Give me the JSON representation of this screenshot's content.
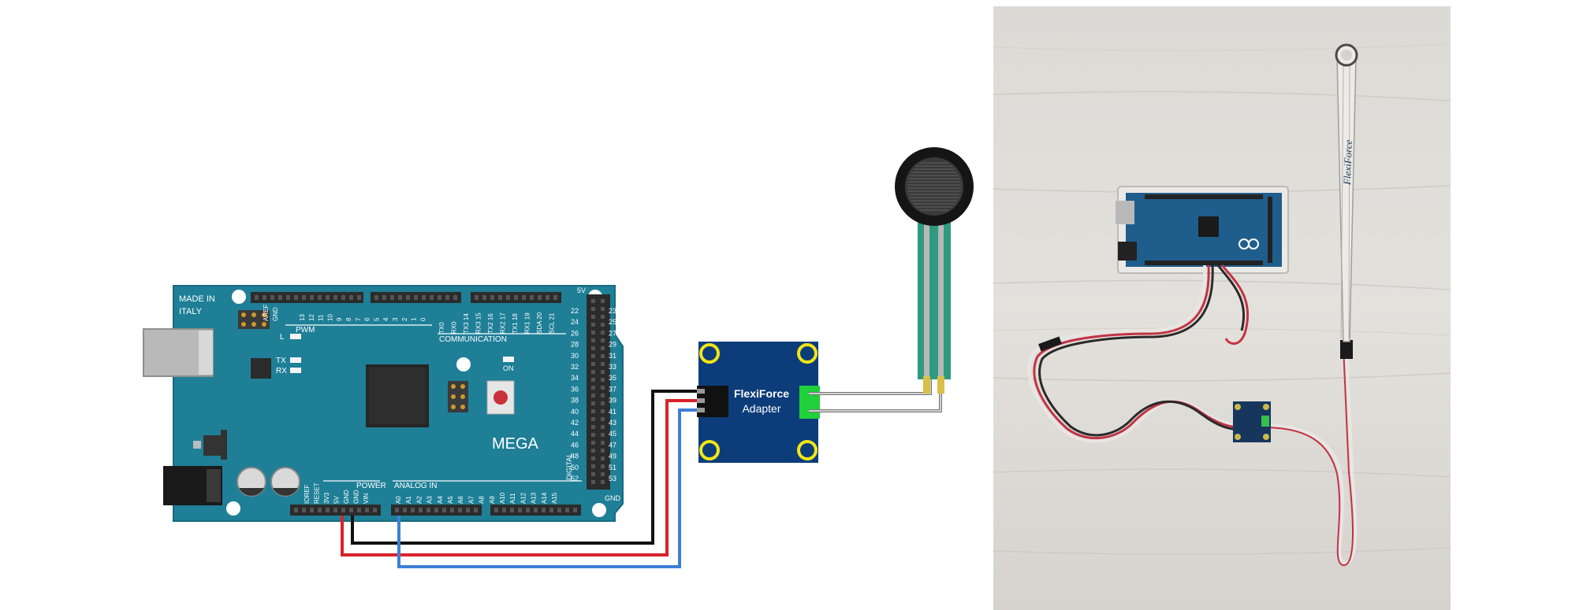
{
  "board": {
    "made_in_line1": "MADE IN",
    "made_in_line2": "ITALY",
    "pwm": "PWM",
    "communication": "COMMUNICATION",
    "l_led": "L",
    "tx": "TX",
    "rx": "RX",
    "on": "ON",
    "model": "MEGA",
    "power": "POWER",
    "analog_in": "ANALOG IN",
    "digital": "DIGITAL",
    "gnd": "GND",
    "five_v": "5V",
    "top_digital_pins": [
      "13",
      "12",
      "11",
      "10",
      "9",
      "8",
      "7",
      "6",
      "5",
      "4",
      "3",
      "2",
      "1",
      "0"
    ],
    "comm_pins": [
      "TX0",
      "RX0",
      "TX3 14",
      "RX3 15",
      "TX2 16",
      "RX2 17",
      "TX1 18",
      "RX1 19",
      "SDA 20",
      "SCL 21"
    ],
    "left_header_pins": [
      "AREF",
      "GND"
    ],
    "power_pins": [
      "IOREF",
      "RESET",
      "3V3",
      "5V",
      "GND",
      "GND",
      "VIN"
    ],
    "analog_pins": [
      "A0",
      "A1",
      "A2",
      "A3",
      "A4",
      "A5",
      "A6",
      "A7",
      "A8",
      "A9",
      "A10",
      "A11",
      "A12",
      "A13",
      "A14",
      "A15"
    ],
    "right_pins_col1": [
      "22",
      "24",
      "26",
      "28",
      "30",
      "32",
      "34",
      "36",
      "38",
      "40",
      "42",
      "44",
      "46",
      "48",
      "50",
      "52"
    ],
    "right_pins_col2": [
      "23",
      "25",
      "27",
      "29",
      "31",
      "33",
      "35",
      "37",
      "39",
      "41",
      "43",
      "45",
      "47",
      "49",
      "51",
      "53"
    ]
  },
  "adapter": {
    "label_line1": "FlexiForce",
    "label_line2": "Adapter"
  },
  "photo": {
    "sensor_text": "FlexiForce"
  },
  "colors": {
    "board": "#1e7f97",
    "adapter": "#0c3d7a",
    "wire_5v": "#d9222a",
    "wire_gnd": "#111111",
    "wire_signal": "#3d7fd6",
    "adapter_holes": "#f2e515",
    "sensor_lead": "#2e9a7f",
    "sensor_connector": "#20d13c"
  }
}
